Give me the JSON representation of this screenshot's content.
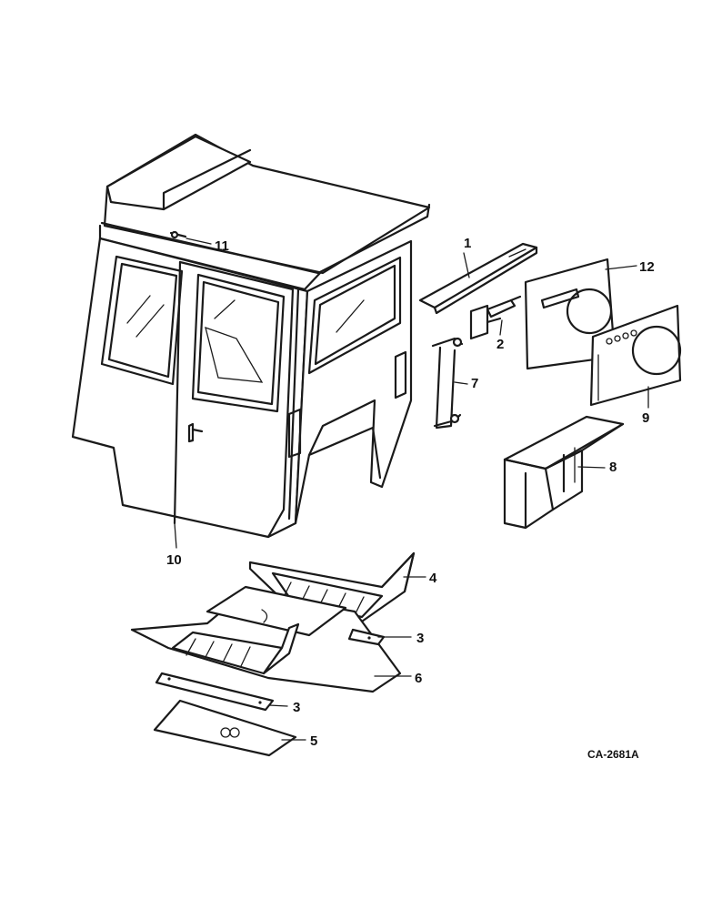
{
  "callouts": {
    "c1": "1",
    "c2": "2",
    "c3a": "3",
    "c3b": "3",
    "c4": "4",
    "c5": "5",
    "c6": "6",
    "c7": "7",
    "c8": "8",
    "c9": "9",
    "c10": "10",
    "c11": "11",
    "c12": "12"
  },
  "figure_ref": "CA-2681A"
}
